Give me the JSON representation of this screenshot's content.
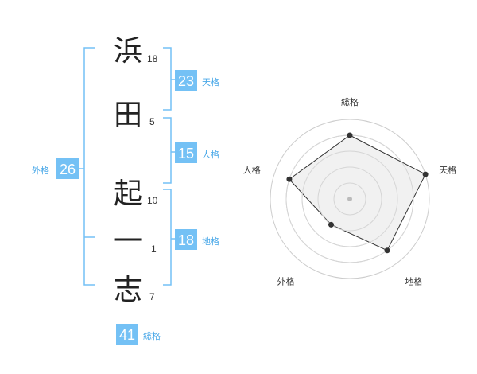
{
  "name": {
    "characters": [
      {
        "char": "浜",
        "strokes": "18"
      },
      {
        "char": "田",
        "strokes": "5"
      },
      {
        "char": "起",
        "strokes": "10"
      },
      {
        "char": "一",
        "strokes": "1"
      },
      {
        "char": "志",
        "strokes": "7"
      }
    ]
  },
  "kakusu": {
    "tenkaku": {
      "value": "23",
      "label": "天格"
    },
    "jinkaku": {
      "value": "15",
      "label": "人格"
    },
    "chikaku": {
      "value": "18",
      "label": "地格"
    },
    "gaikaku": {
      "value": "26",
      "label": "外格"
    },
    "soukaku": {
      "value": "41",
      "label": "総格"
    }
  },
  "colors": {
    "accent": "#74c1f5",
    "accent_text": "#4aa8e8",
    "bracket": "#74c1f5",
    "radar_fill": "#eeeeee",
    "radar_line": "#333333",
    "grid": "#cccccc"
  },
  "chart_data": {
    "type": "radar",
    "axes": [
      "総格",
      "天格",
      "地格",
      "外格",
      "人格"
    ],
    "values": [
      4,
      5,
      4,
      2,
      4
    ],
    "max": 5,
    "grid_levels": 5
  }
}
